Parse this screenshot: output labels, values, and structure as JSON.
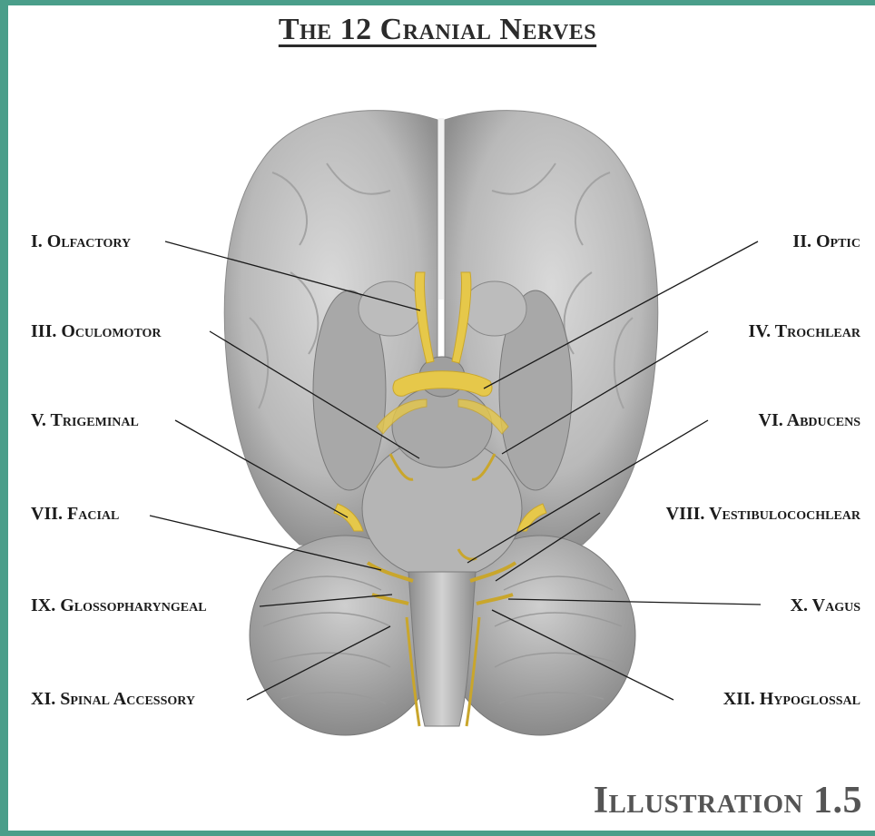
{
  "title": "The 12 Cranial Nerves",
  "footer": "Illustration 1.5",
  "colors": {
    "frame": "#4a9e8a",
    "nerve": "#e6c84a",
    "brain": "#bdbdbd"
  },
  "nerves": [
    {
      "id": "I",
      "label": "I. Olfactory"
    },
    {
      "id": "II",
      "label": "II. Optic"
    },
    {
      "id": "III",
      "label": "III. Oculomotor"
    },
    {
      "id": "IV",
      "label": "IV. Trochlear"
    },
    {
      "id": "V",
      "label": "V. Trigeminal"
    },
    {
      "id": "VI",
      "label": "VI. Abducens"
    },
    {
      "id": "VII",
      "label": "VII. Facial"
    },
    {
      "id": "VIII",
      "label": "VIII. Vestibulocochlear"
    },
    {
      "id": "IX",
      "label": "IX. Glossopharyngeal"
    },
    {
      "id": "X",
      "label": "X. Vagus"
    },
    {
      "id": "XI",
      "label": "XI. Spinal Accessory"
    },
    {
      "id": "XII",
      "label": "XII. Hypoglossal"
    }
  ]
}
